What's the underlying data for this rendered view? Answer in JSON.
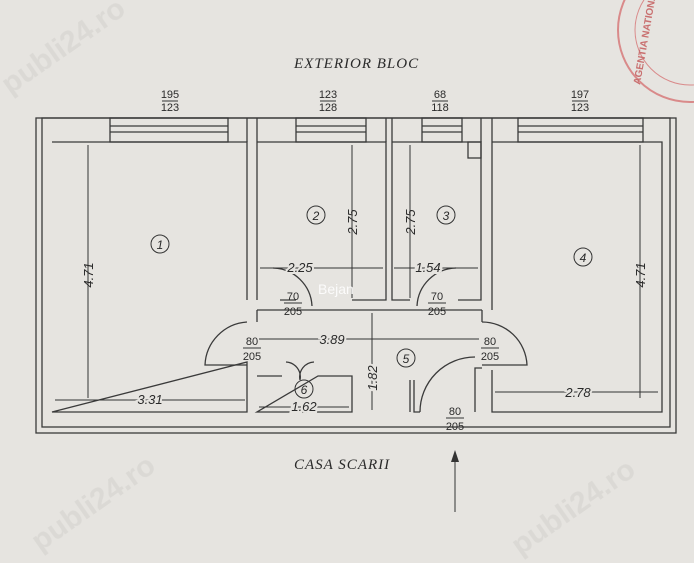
{
  "titles": {
    "top": "EXTERIOR   BLOC",
    "bottom": "CASA SCARII"
  },
  "windows": [
    {
      "w": "195",
      "h": "123"
    },
    {
      "w": "123",
      "h": "128"
    },
    {
      "w": "68",
      "h": "118"
    },
    {
      "w": "197",
      "h": "123"
    }
  ],
  "doors": [
    {
      "w": "70",
      "h": "205"
    },
    {
      "w": "70",
      "h": "205"
    },
    {
      "w": "80",
      "h": "205"
    },
    {
      "w": "80",
      "h": "205"
    },
    {
      "w": "80",
      "h": "205"
    }
  ],
  "rooms": [
    "1",
    "2",
    "3",
    "4",
    "5",
    "6"
  ],
  "dimensions": {
    "r1_height": "4.71",
    "r1_width": "3.31",
    "r2_height": "2.75",
    "r2_width": "2.25",
    "r3_height": "2.75",
    "r3_width": "1.54",
    "r4_height": "4.71",
    "r4_width": "2.78",
    "hall_width": "3.89",
    "hall_height": "1.82",
    "r6_width": "1.62"
  },
  "watermark": "publi24.ro",
  "overlay_name": "Bejan",
  "stamp_text": "AGENTIA NATIONALA"
}
